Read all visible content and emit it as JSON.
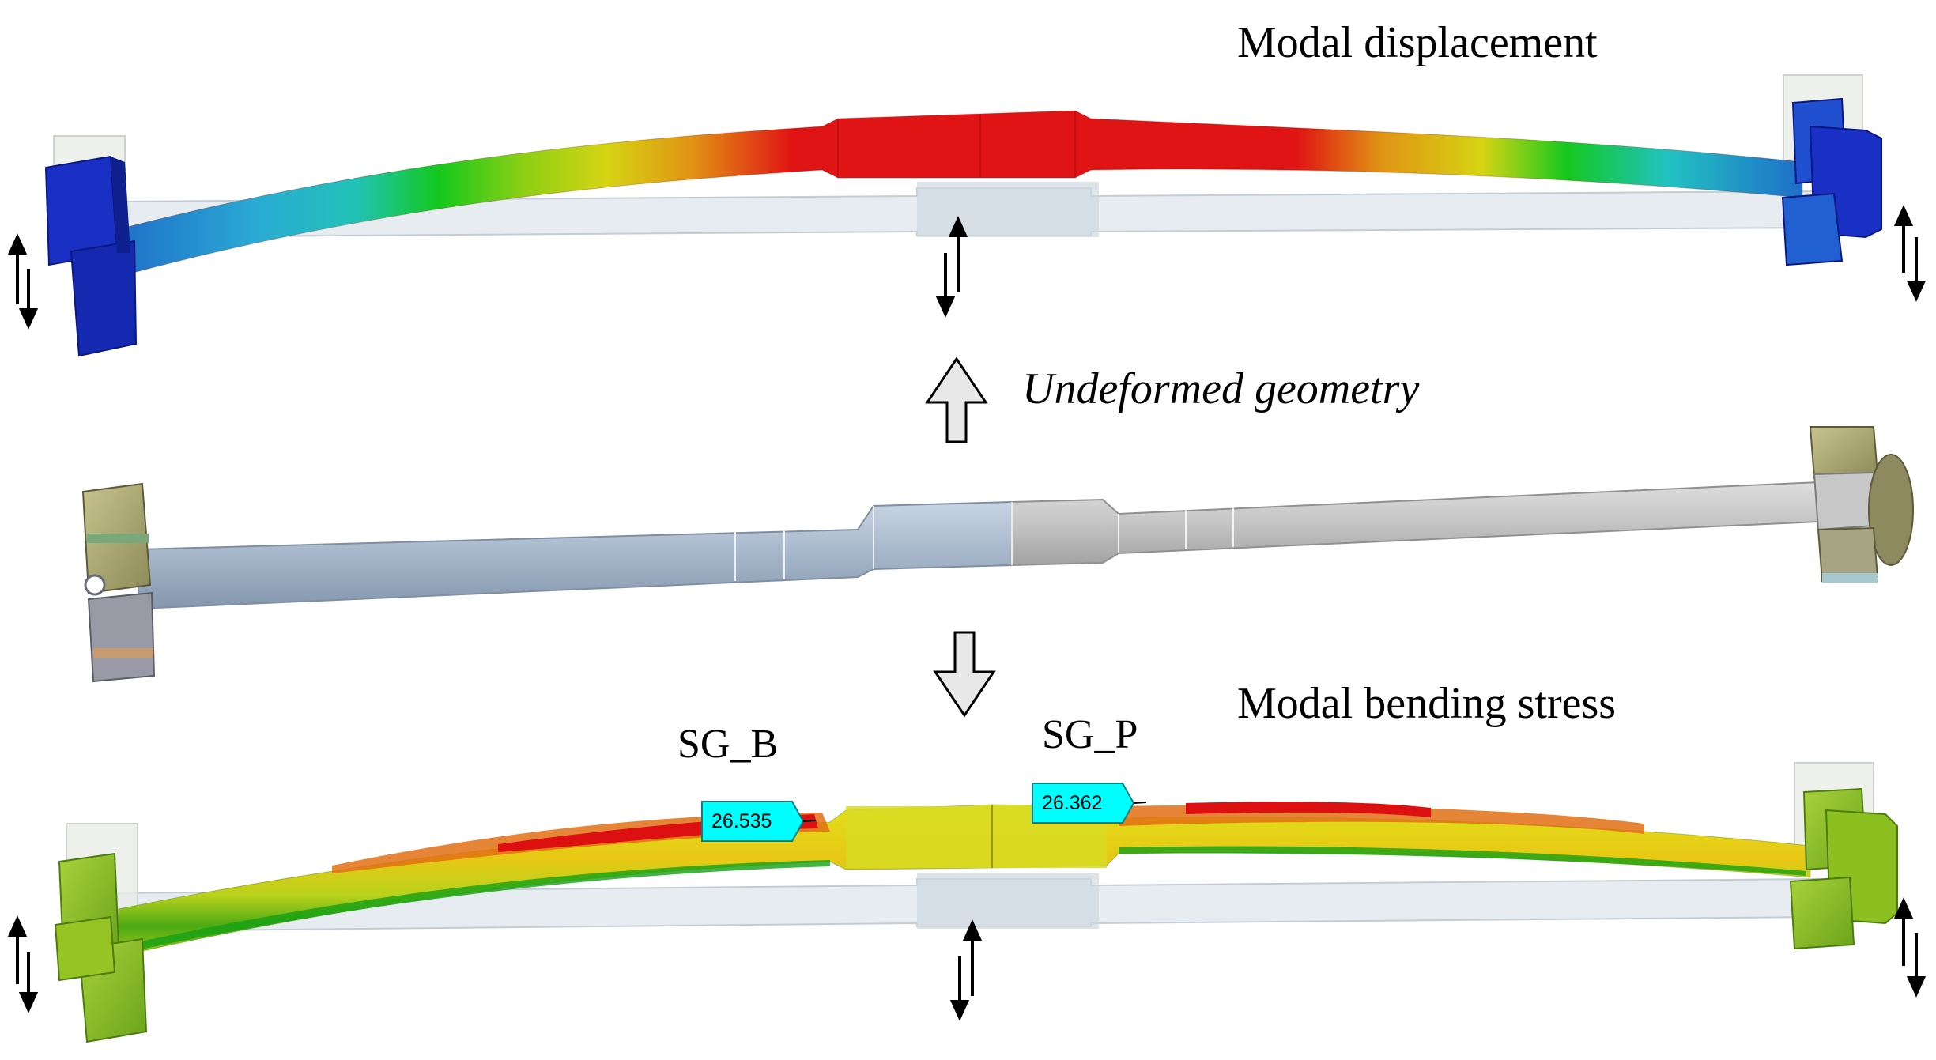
{
  "labels": {
    "top": "Modal displacement",
    "middle": "Undeformed geometry",
    "bottom": "Modal bending stress"
  },
  "gauges": [
    {
      "name": "SG_B",
      "value": "26.535"
    },
    {
      "name": "SG_P",
      "value": "26.362"
    }
  ],
  "colors": {
    "probe_fill": "#00ffff",
    "contour": [
      "#0a1fc0",
      "#1f7fc8",
      "#22c2c2",
      "#1ab88a",
      "#14c814",
      "#8ccf14",
      "#d6d414",
      "#e09414",
      "#e01414"
    ],
    "stress_contour": [
      "#14a014",
      "#6cc414",
      "#b8d21c",
      "#e0e01c",
      "#e8b414",
      "#e27014",
      "#dc1010"
    ],
    "geometry_blue": "#a9b9cc",
    "geometry_grey": "#c6c6c6",
    "ghost": "#e4eaee"
  }
}
